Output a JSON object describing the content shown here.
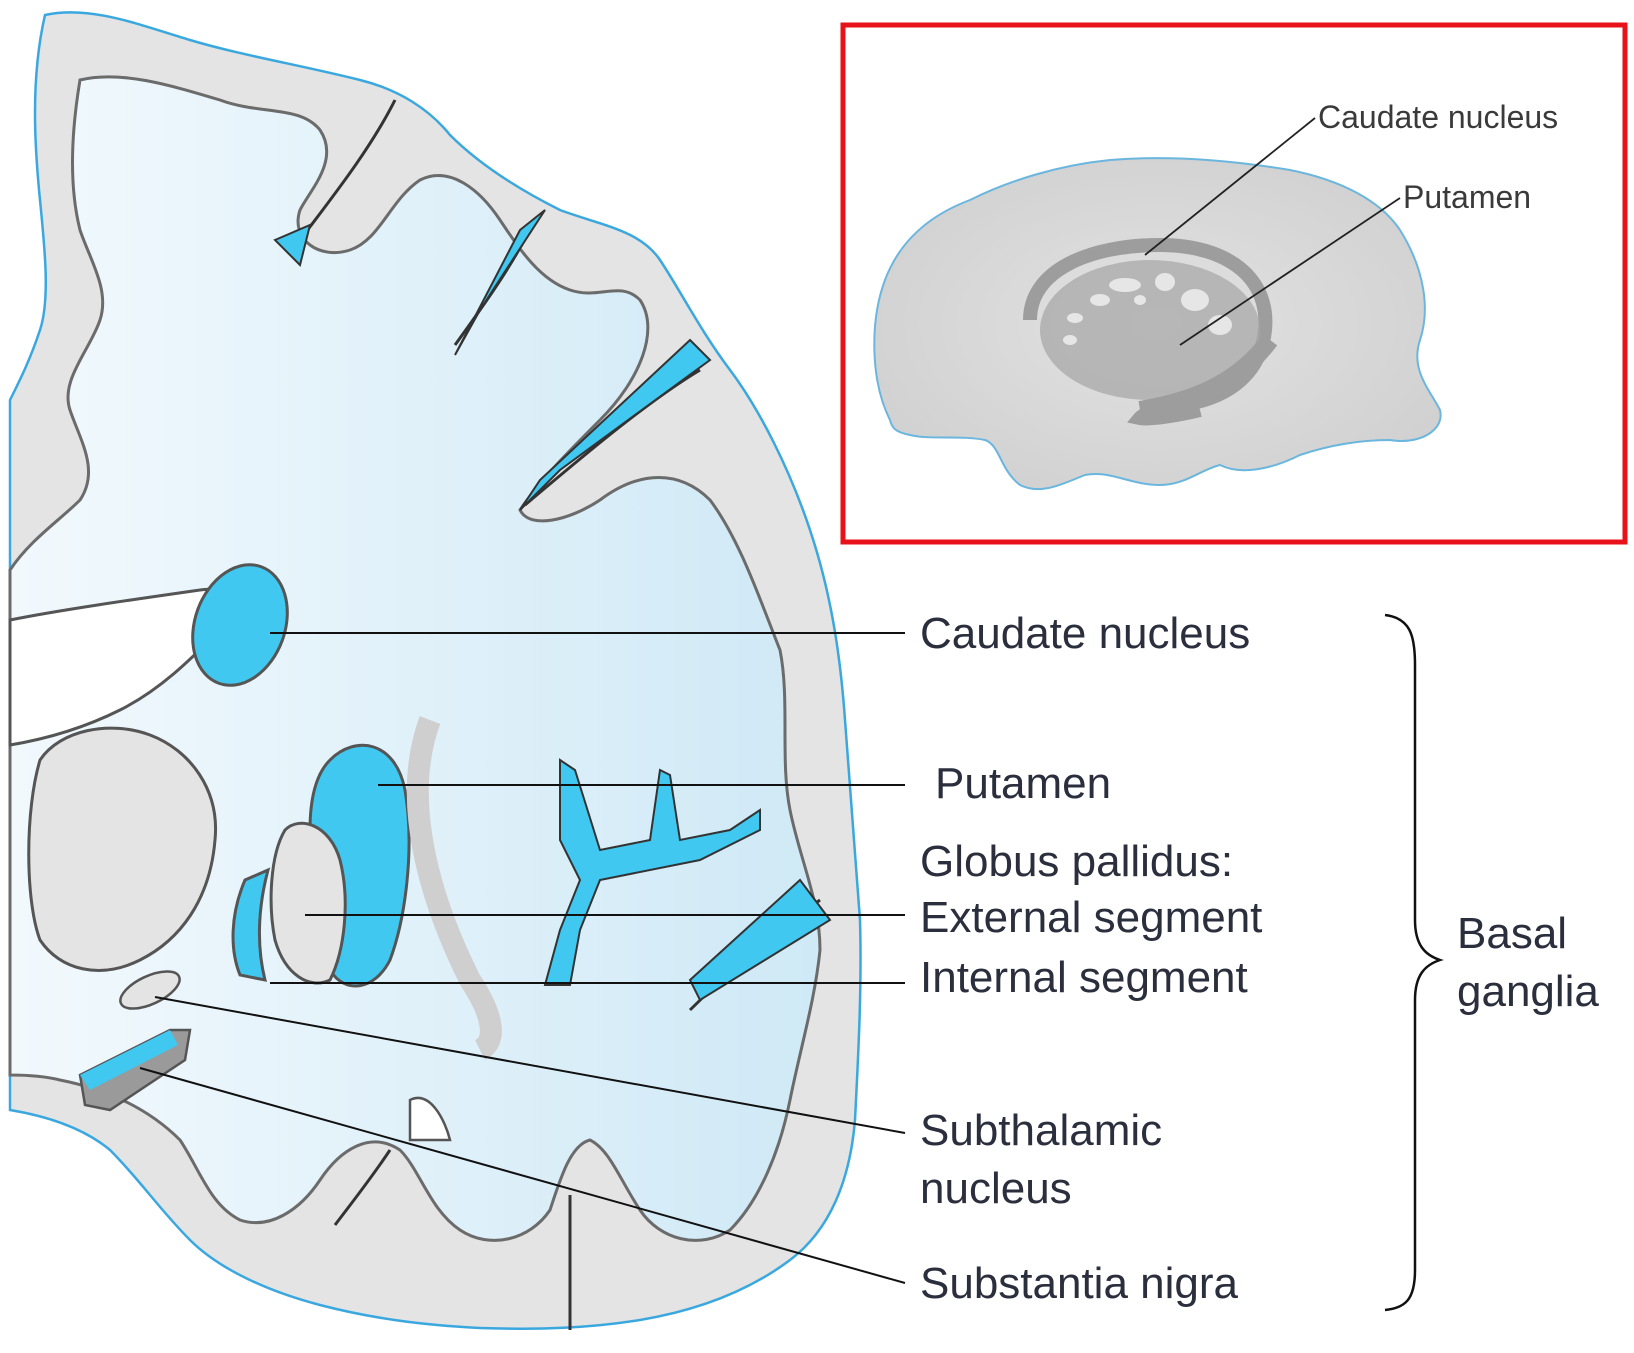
{
  "colors": {
    "accent_blue": "#40c8f0",
    "pale_blue": "#d9eef8",
    "gray_matter": "#e4e4e4",
    "outline": "#555555",
    "brain_outline": "#3aa8df",
    "inset_frame": "#e8131a"
  },
  "labels": {
    "caudate": "Caudate nucleus",
    "putamen": "Putamen",
    "gp_title": "Globus pallidus:",
    "gp_external": "External segment",
    "gp_internal": "Internal segment",
    "stn_line1": "Subthalamic",
    "stn_line2": "nucleus",
    "sn": "Substantia nigra",
    "bg_line1": "Basal",
    "bg_line2": "ganglia"
  },
  "inset": {
    "caudate": "Caudate nucleus",
    "putamen": "Putamen"
  }
}
